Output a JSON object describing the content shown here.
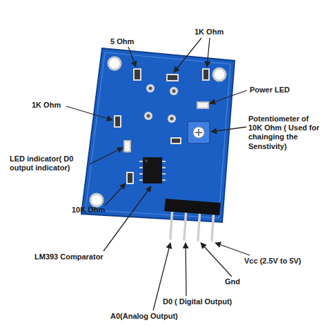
{
  "diagram": {
    "labels": [
      "5 Ohm",
      "1K Ohm",
      "Power LED",
      "Potentiometer of 10K Ohm ( Used for chainging the Senstivity)",
      "1K Ohm",
      "LED indicator( D0 output indicator)",
      "10K Ohm",
      "LM393 Comparator",
      "Vcc (2.5V to 5V)",
      "Gnd",
      "D0 ( Digital Output)",
      "A0(Analog Output)"
    ]
  }
}
